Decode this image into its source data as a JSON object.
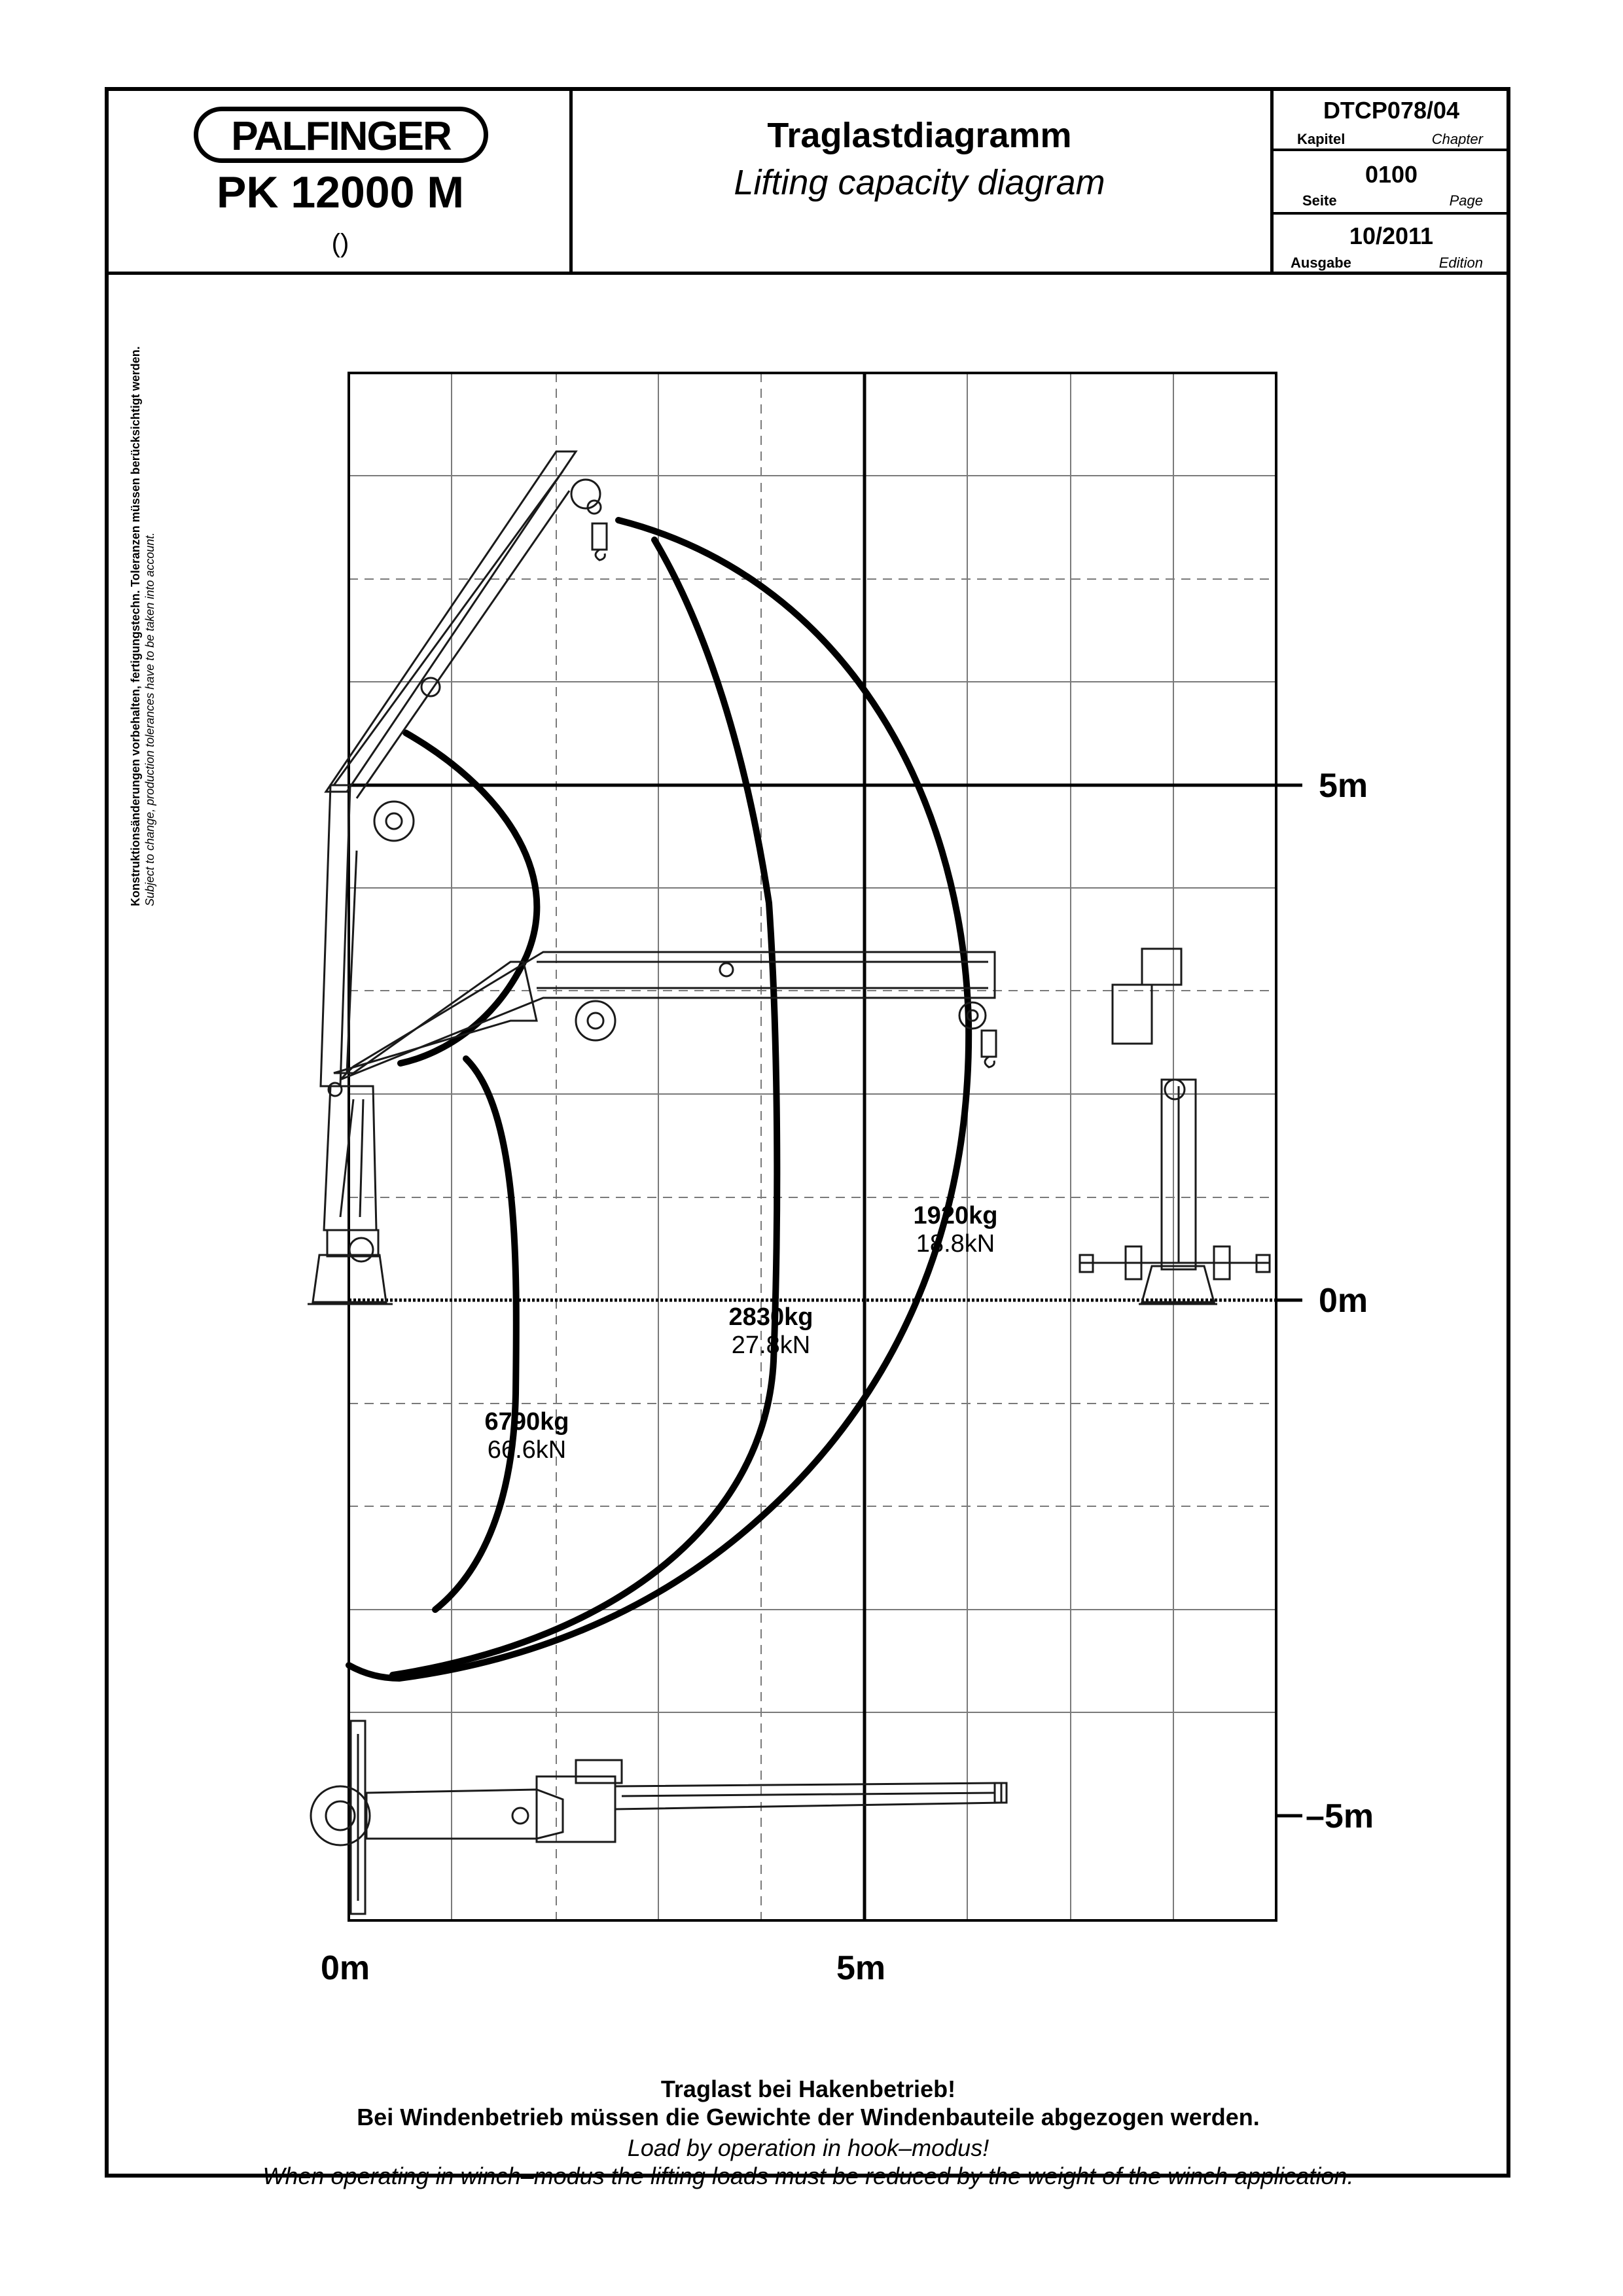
{
  "header": {
    "brand": "PALFINGER",
    "model": "PK 12000 M",
    "variant": "()",
    "title_de": "Traglastdiagramm",
    "title_en": "Lifting capacity diagram",
    "document_code": "DTCP078/04",
    "chapter_label_de": "Kapitel",
    "chapter_label_en": "Chapter",
    "page_number": "0100",
    "page_label_de": "Seite",
    "page_label_en": "Page",
    "edition": "10/2011",
    "edition_label_de": "Ausgabe",
    "edition_label_en": "Edition"
  },
  "side_note": {
    "de": "Konstruktionsänderungen vorbehalten, fertigungstechn. Toleranzen müssen berücksichtigt werden.",
    "en": "Subject to change, production tolerances have to be taken into account."
  },
  "diagram": {
    "y_labels": [
      "5m",
      "0m",
      "–5m"
    ],
    "x_labels": [
      "0m",
      "5m"
    ],
    "capacities": [
      {
        "kg": "6790kg",
        "kn": "66.6kN"
      },
      {
        "kg": "2830kg",
        "kn": "27.8kN"
      },
      {
        "kg": "1920kg",
        "kn": "18.8kN"
      }
    ]
  },
  "footer": {
    "line1_de": "Traglast bei Hakenbetrieb!",
    "line2_de": "Bei Windenbetrieb müssen die Gewichte der Windenbauteile abgezogen werden.",
    "line1_en": "Load by operation in hook–modus!",
    "line2_en": "When operating in winch–modus the lifting loads must be reduced by the weight of the winch application."
  }
}
